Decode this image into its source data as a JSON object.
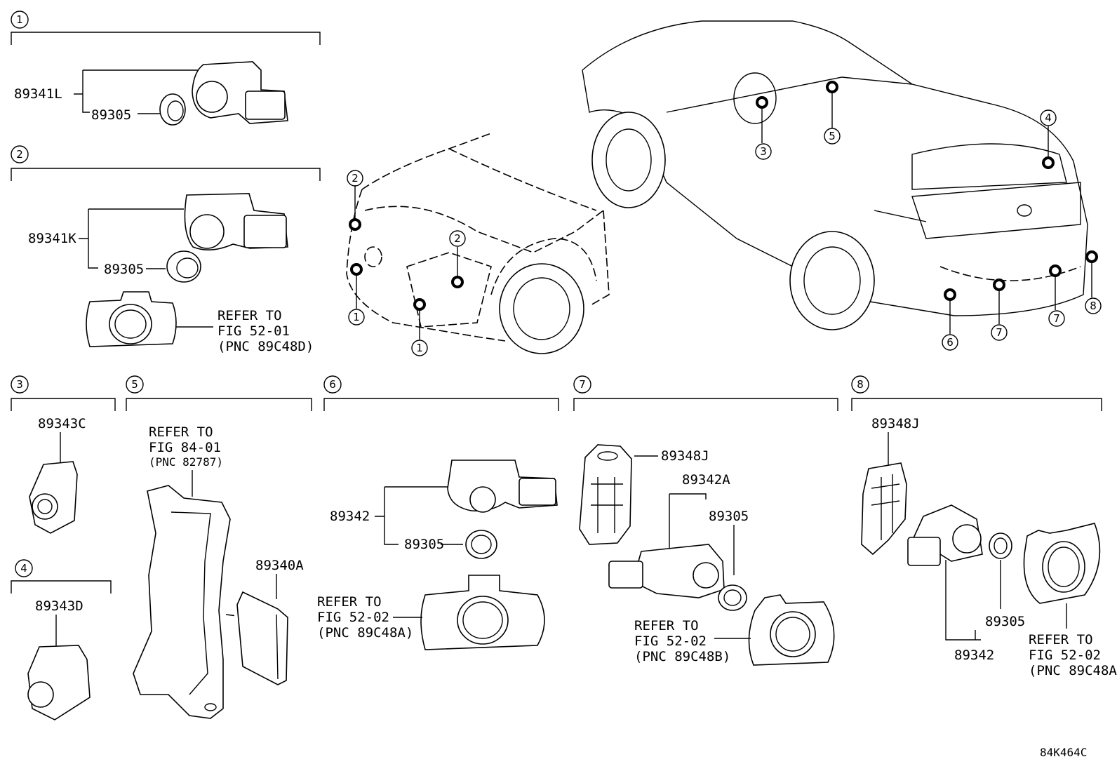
{
  "sections": {
    "s1": {
      "num": "1",
      "labels": [
        "89341L",
        "89305"
      ]
    },
    "s2": {
      "num": "2",
      "labels": [
        "89341K",
        "89305"
      ],
      "refer": [
        "REFER TO",
        "FIG 52-01",
        "(PNC 89C48D)"
      ]
    },
    "s3": {
      "num": "3",
      "labels": [
        "89343C"
      ]
    },
    "s4": {
      "num": "4",
      "labels": [
        "89343D"
      ]
    },
    "s5": {
      "num": "5",
      "labels": [
        "89340A"
      ],
      "refer": [
        "REFER TO",
        "FIG 84-01",
        "(PNC 82787)"
      ]
    },
    "s6": {
      "num": "6",
      "labels": [
        "89342",
        "89305"
      ],
      "refer": [
        "REFER TO",
        "FIG 52-02",
        "(PNC 89C48A)"
      ]
    },
    "s7": {
      "num": "7",
      "labels": [
        "89348J",
        "89342A",
        "89305"
      ],
      "refer": [
        "REFER TO",
        "FIG 52-02",
        "(PNC 89C48B)"
      ]
    },
    "s8": {
      "num": "8",
      "labels": [
        "89348J",
        "89305",
        "89342"
      ],
      "refer": [
        "REFER TO",
        "FIG 52-02",
        "(PNC 89C48A)"
      ]
    }
  },
  "car_callouts": {
    "front_left_2": "2",
    "front_left_1": "1",
    "front_mid_2": "2",
    "front_mid_1": "1",
    "cabin_3": "3",
    "cabin_5": "5",
    "rear_4": "4",
    "rear_6": "6",
    "rear_7a": "7",
    "rear_7b": "7",
    "rear_8": "8"
  },
  "drawing_code": "84K464C"
}
